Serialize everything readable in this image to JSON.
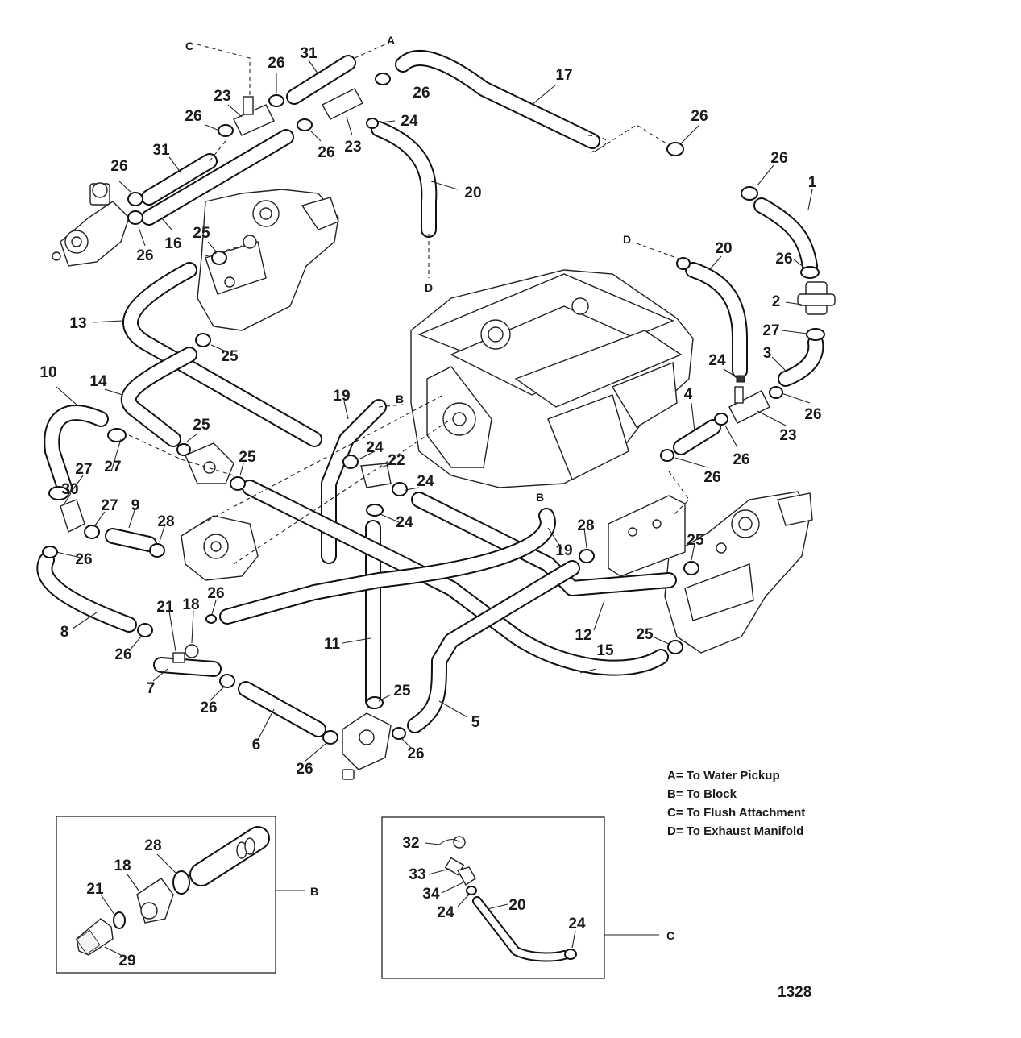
{
  "letter_labels": {
    "a_top": "A",
    "b_hose19": "B",
    "b_hose19b": "B",
    "b_inset": "B",
    "c_top": "C",
    "c_inset": "C",
    "d_top": "D",
    "d_right": "D"
  },
  "callouts": {
    "n31a": "31",
    "n26a": "26",
    "n23a": "23",
    "n26b": "26",
    "n26c": "26",
    "n24a": "24",
    "n23b": "23",
    "n17": "17",
    "n26d": "26",
    "n26e": "26",
    "n1": "1",
    "n26f": "26",
    "n31b": "31",
    "n26g": "26",
    "n16": "16",
    "n26h": "26",
    "n20a": "20",
    "n25a": "25",
    "n13": "13",
    "n25b": "25",
    "n20b": "20",
    "n26i": "26",
    "n2": "2",
    "n27a": "27",
    "n3": "3",
    "n24b": "24",
    "n26j": "26",
    "n23c": "23",
    "n4": "4",
    "n26k": "26",
    "n26l": "26",
    "n10": "10",
    "n14": "14",
    "n25c": "25",
    "n19a": "19",
    "n24c": "24",
    "n22": "22",
    "n25d": "25",
    "n24d": "24",
    "n27b": "27",
    "n27c": "27",
    "n30": "30",
    "n27d": "27",
    "n9": "9",
    "n28a": "28",
    "n24e": "24",
    "n28b": "28",
    "n25e": "25",
    "n19b": "19",
    "n26m": "26",
    "n21a": "21",
    "n18a": "18",
    "n26n": "26",
    "n8": "8",
    "n26o": "26",
    "n12": "12",
    "n11": "11",
    "n25f": "25",
    "n15": "15",
    "n7": "7",
    "n26p": "26",
    "n25g": "25",
    "n5": "5",
    "n6": "6",
    "n26q": "26",
    "n26r": "26",
    "inset_b_28": "28",
    "inset_b_18": "18",
    "inset_b_21": "21",
    "inset_b_29": "29",
    "inset_c_32": "32",
    "inset_c_33": "33",
    "inset_c_34": "34",
    "inset_c_24a": "24",
    "inset_c_20": "20",
    "inset_c_24b": "24"
  },
  "legend": {
    "a": "A= To Water Pickup",
    "b": "B= To Block",
    "c": "C= To Flush Attachment",
    "d": "D= To Exhaust Manifold"
  },
  "figure_number": "1328"
}
